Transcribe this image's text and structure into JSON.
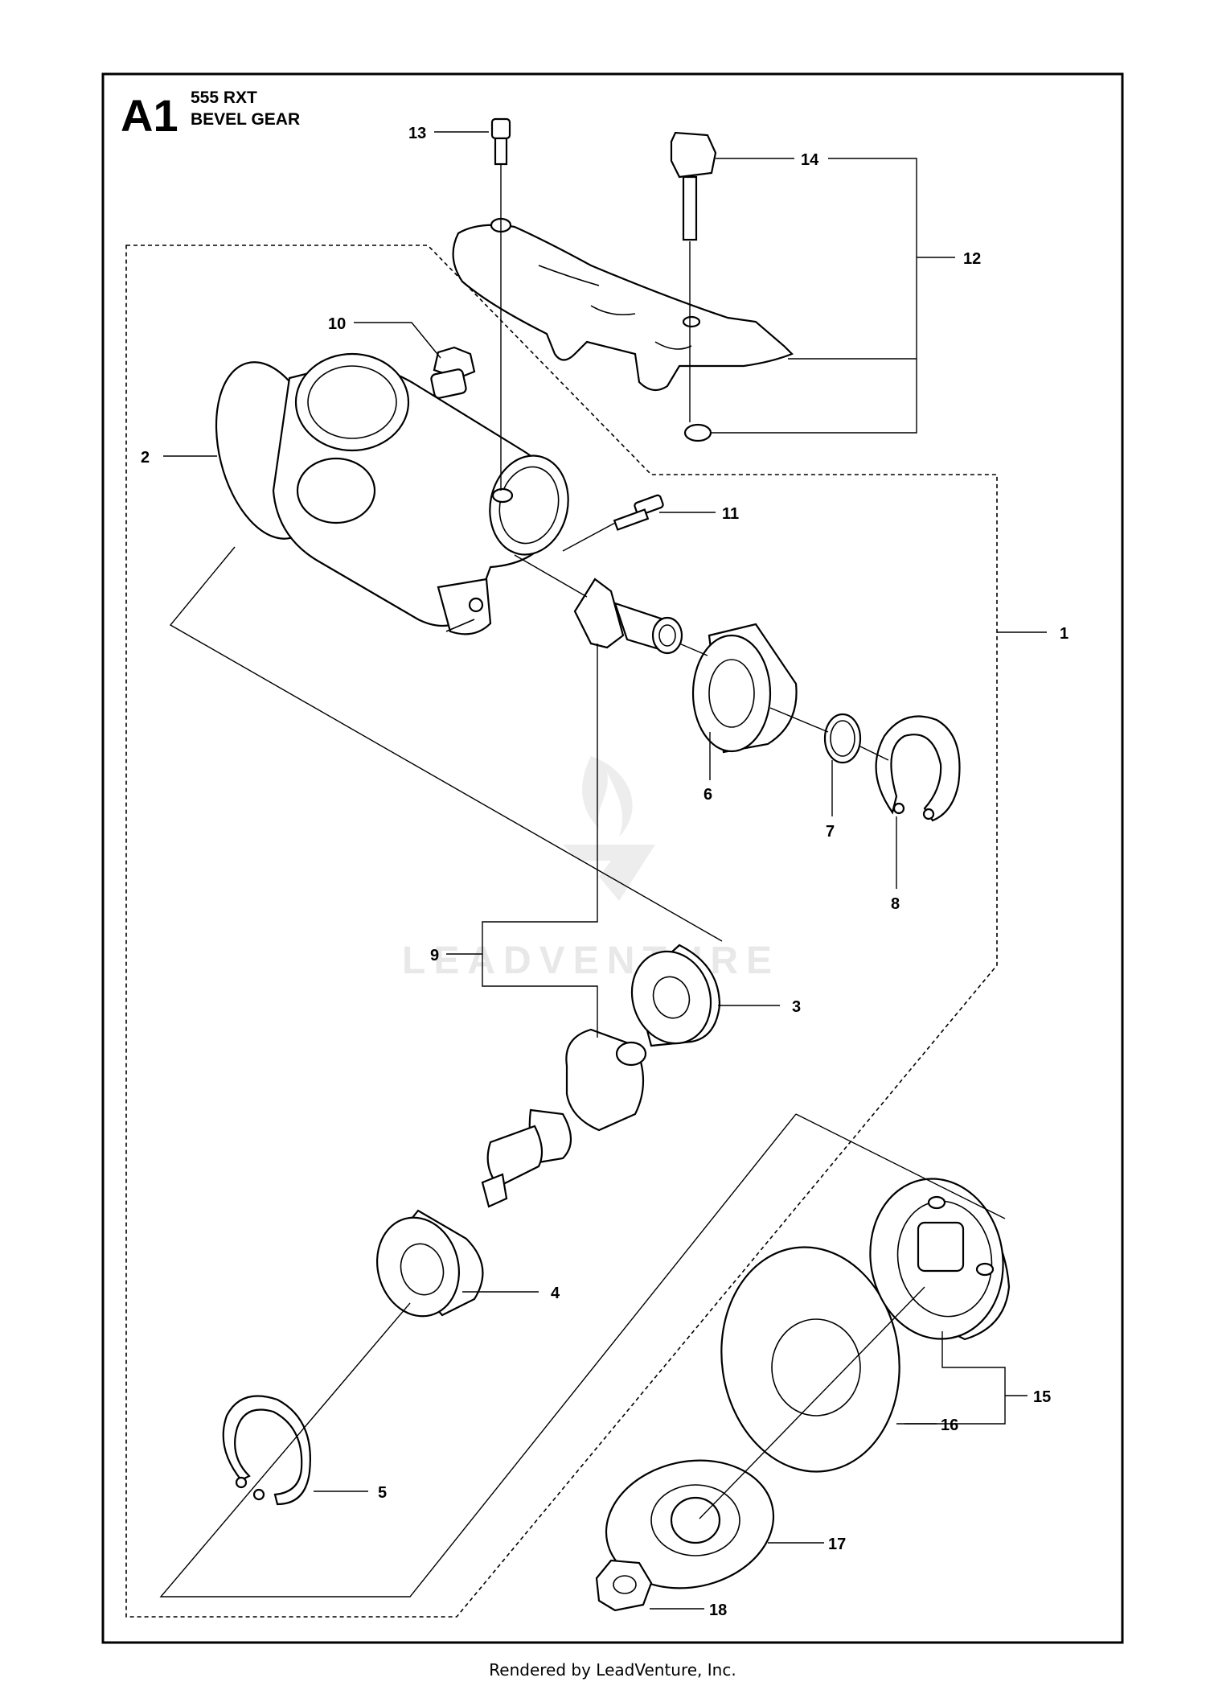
{
  "header": {
    "section_id": "A1",
    "model": "555 RXT",
    "section_name": "BEVEL GEAR"
  },
  "watermark": {
    "text": "LEADVENTURE"
  },
  "callouts": [
    {
      "id": "c1",
      "label": "1"
    },
    {
      "id": "c2",
      "label": "2"
    },
    {
      "id": "c3",
      "label": "3"
    },
    {
      "id": "c4",
      "label": "4"
    },
    {
      "id": "c5",
      "label": "5"
    },
    {
      "id": "c6",
      "label": "6"
    },
    {
      "id": "c7",
      "label": "7"
    },
    {
      "id": "c8",
      "label": "8"
    },
    {
      "id": "c9",
      "label": "9"
    },
    {
      "id": "c10",
      "label": "10"
    },
    {
      "id": "c11",
      "label": "11"
    },
    {
      "id": "c12",
      "label": "12"
    },
    {
      "id": "c13",
      "label": "13"
    },
    {
      "id": "c14",
      "label": "14"
    },
    {
      "id": "c15",
      "label": "15"
    },
    {
      "id": "c16",
      "label": "16"
    },
    {
      "id": "c17",
      "label": "17"
    },
    {
      "id": "c18",
      "label": "18"
    }
  ],
  "footer": {
    "text": "Rendered by LeadVenture, Inc."
  }
}
